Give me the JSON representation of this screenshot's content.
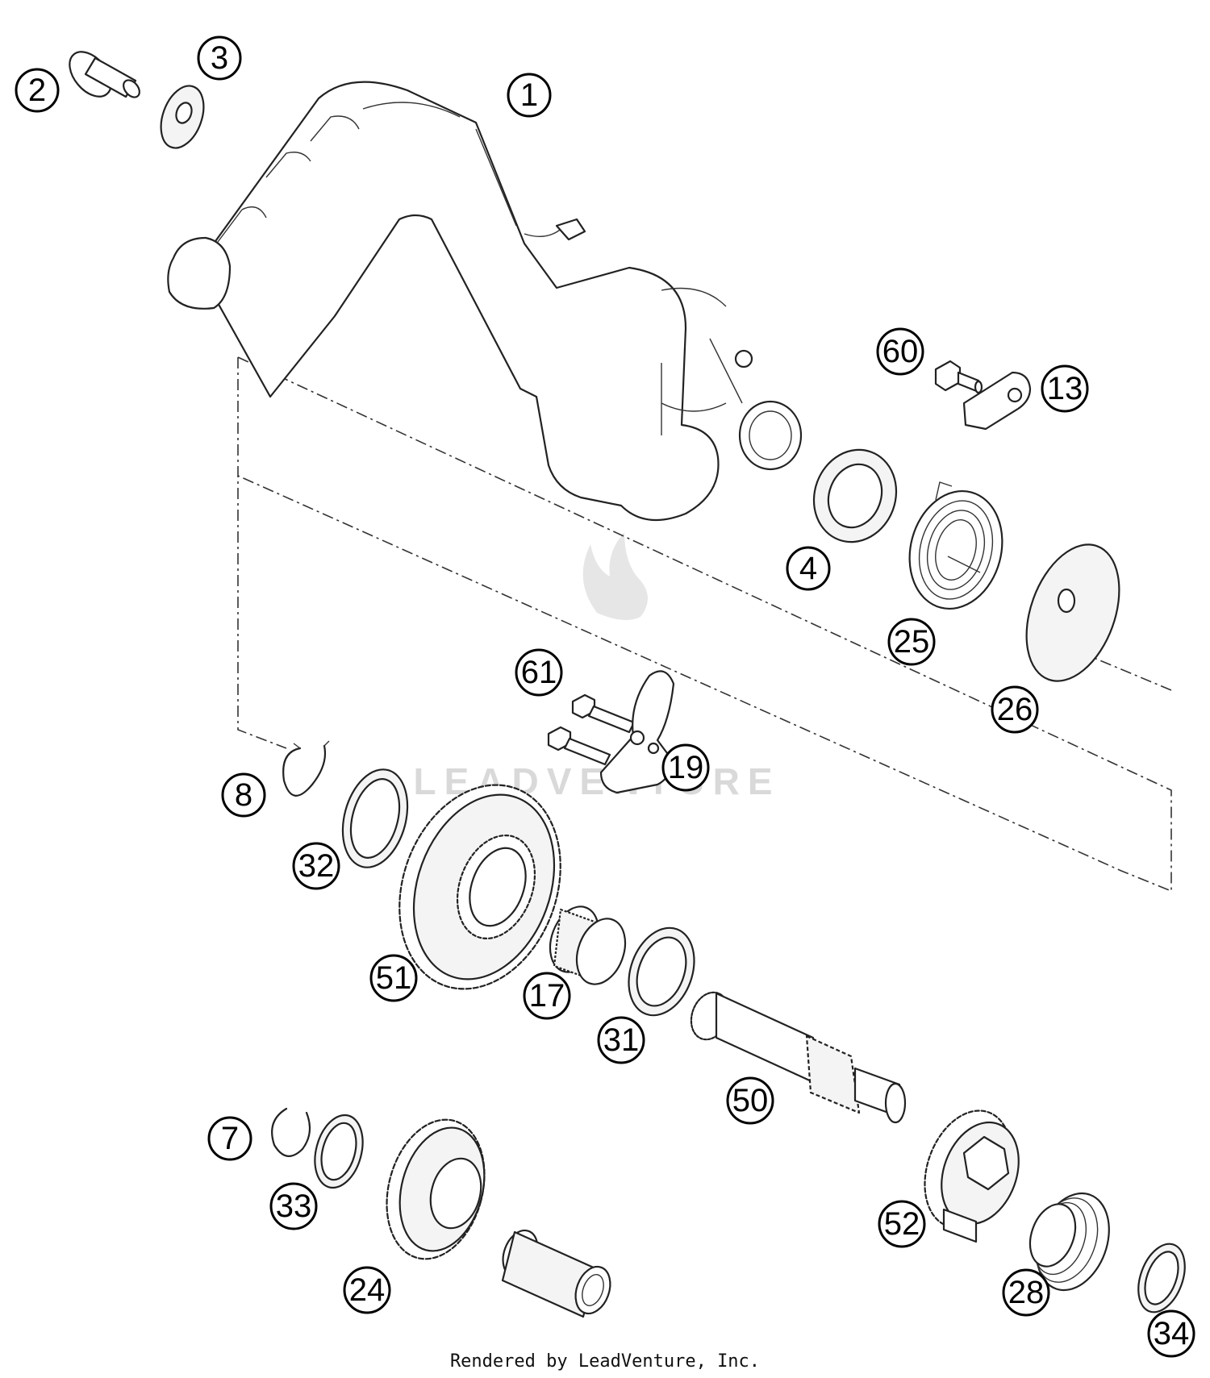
{
  "callouts": [
    {
      "id": "c1",
      "label": "1"
    },
    {
      "id": "c2",
      "label": "2"
    },
    {
      "id": "c3",
      "label": "3"
    },
    {
      "id": "c4",
      "label": "4"
    },
    {
      "id": "c7",
      "label": "7"
    },
    {
      "id": "c8",
      "label": "8"
    },
    {
      "id": "c13",
      "label": "13"
    },
    {
      "id": "c17",
      "label": "17"
    },
    {
      "id": "c19",
      "label": "19"
    },
    {
      "id": "c24",
      "label": "24"
    },
    {
      "id": "c25",
      "label": "25"
    },
    {
      "id": "c26",
      "label": "26"
    },
    {
      "id": "c28",
      "label": "28"
    },
    {
      "id": "c31",
      "label": "31"
    },
    {
      "id": "c32",
      "label": "32"
    },
    {
      "id": "c33",
      "label": "33"
    },
    {
      "id": "c34",
      "label": "34"
    },
    {
      "id": "c50",
      "label": "50"
    },
    {
      "id": "c51",
      "label": "51"
    },
    {
      "id": "c52",
      "label": "52"
    },
    {
      "id": "c60",
      "label": "60"
    },
    {
      "id": "c61",
      "label": "61"
    }
  ],
  "watermark": "LEADVENTURE",
  "footer": "Rendered by LeadVenture, Inc."
}
